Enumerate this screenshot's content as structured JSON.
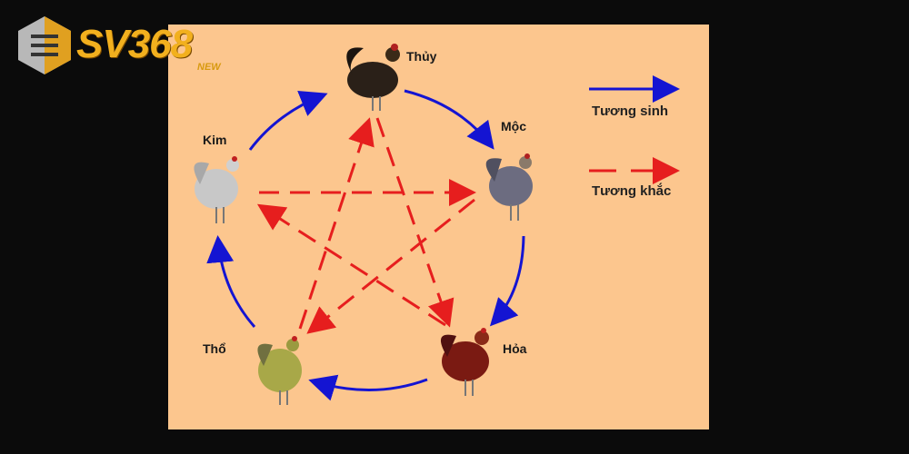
{
  "logo": {
    "brand": "SV368",
    "sub": "NEW"
  },
  "nodes": {
    "thuy": "Thủy",
    "moc": "Mộc",
    "hoa": "Hỏa",
    "tho": "Thổ",
    "kim": "Kim"
  },
  "legend": {
    "generating": "Tương sinh",
    "overcoming": "Tương khắc"
  },
  "colors": {
    "background": "#fcc68e",
    "generating_arrow": "#1414d2",
    "overcoming_arrow": "#e61e1e",
    "thuy_rooster": "#2a2018",
    "moc_rooster": "#6c6c80",
    "hoa_rooster": "#7a1a12",
    "tho_rooster": "#a8a848",
    "kim_rooster": "#c8c8c8"
  }
}
